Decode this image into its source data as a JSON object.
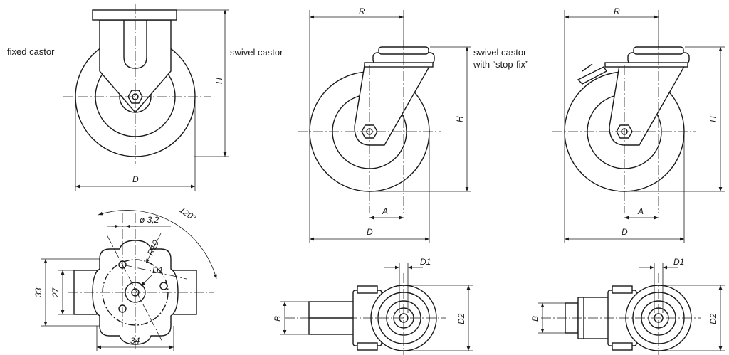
{
  "captions": {
    "fixed": "fixed castor",
    "swivel": "swivel castor",
    "stopfix_1": "swivel castor",
    "stopfix_2": "with “stop-fix”"
  },
  "dims": {
    "H": "H",
    "D": "D",
    "R": "R",
    "A": "A",
    "B": "B",
    "D1": "D1",
    "D2": "D2",
    "hole": "ø 3,2",
    "radius": "R10",
    "angle": "120°",
    "height_outer": "33",
    "height_inner": "27",
    "width": "34"
  }
}
